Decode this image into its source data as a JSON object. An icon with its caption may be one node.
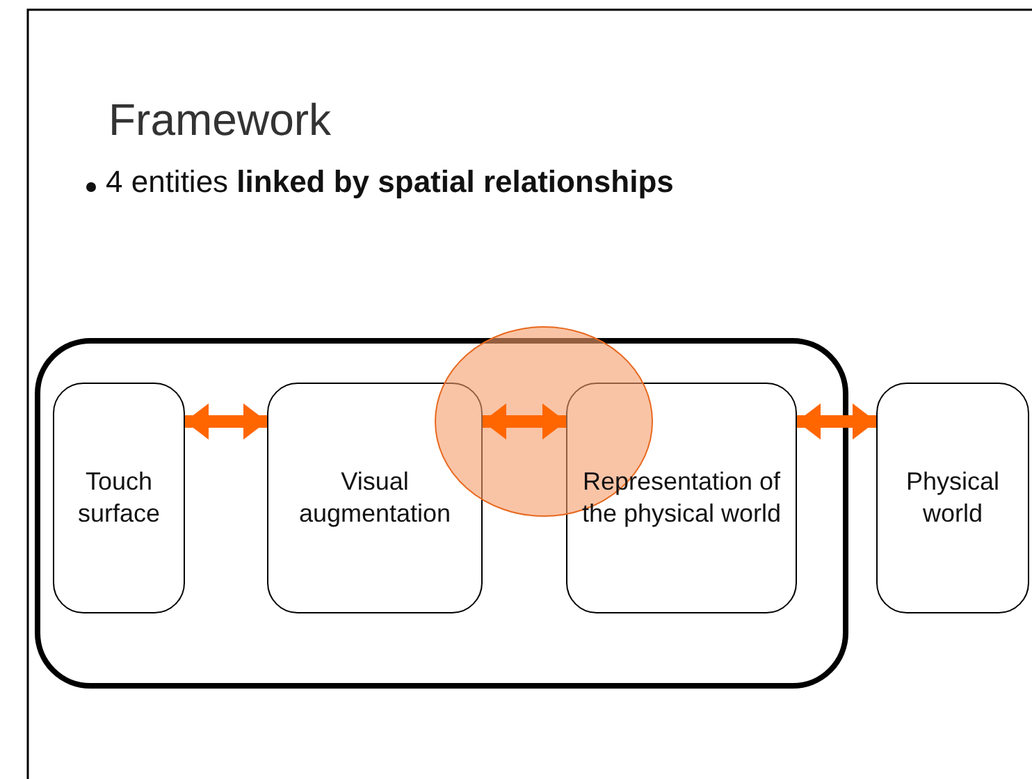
{
  "diagram": {
    "title": "Framework",
    "nodes": [
      {
        "text": [],
        "shape": "box"
      },
      {
        "text": [
          "Touch surface"
        ],
        "in": 0
      },
      {
        "text": [
          "Visual augmentation"
        ],
        "in": 0
      },
      {
        "text": [
          "Representation of the physical world"
        ],
        "in": 0
      },
      {
        "text": [
          "Physical world"
        ]
      }
    ],
    "edges": [
      {
        "from": 1,
        "to": 2,
        "arrow": "both",
        "color": "#ff6600"
      },
      {
        "from": 2,
        "to": 3,
        "arrow": "both",
        "color": "#ff6600"
      },
      {
        "from": 3,
        "to": 4,
        "arrow": "both",
        "color": "#ff6600"
      }
    ],
    "labels": [
      "4 entities **linked by spatial relationships**"
    ]
  }
}
